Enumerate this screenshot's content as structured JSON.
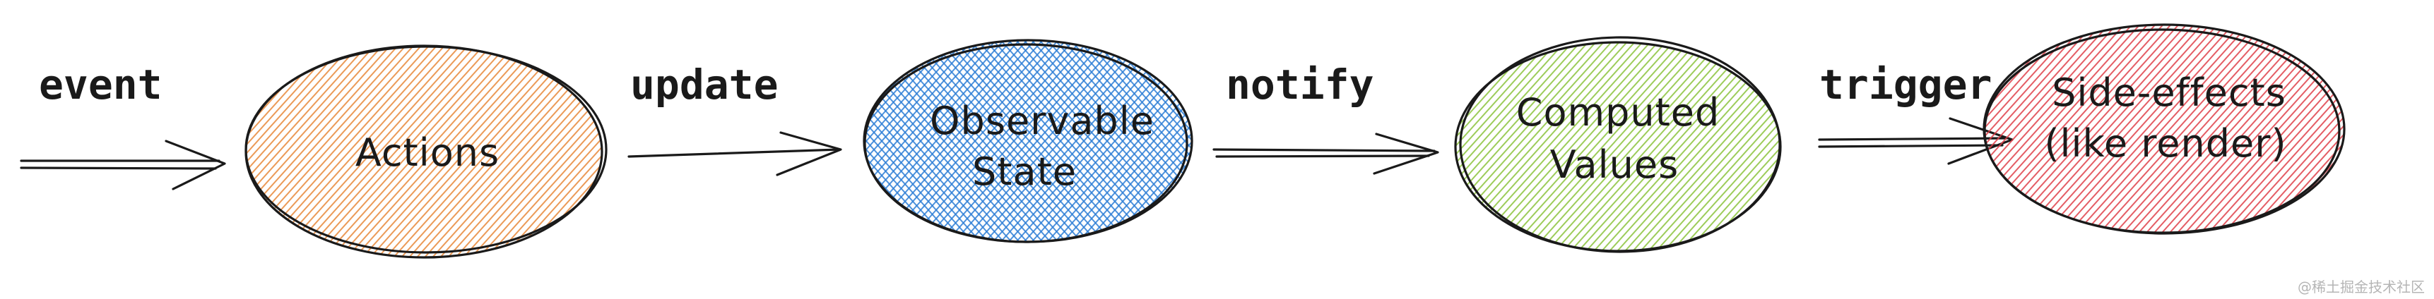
{
  "nodes": [
    {
      "id": "actions",
      "lines": [
        "Actions"
      ],
      "color": "#e8893a"
    },
    {
      "id": "observable",
      "lines": [
        "Observable",
        "State"
      ],
      "color": "#2f7fd6"
    },
    {
      "id": "computed",
      "lines": [
        "Computed",
        "Values"
      ],
      "color": "#8cc43e"
    },
    {
      "id": "sideeffects",
      "lines": [
        "Side-effects",
        "(like render)"
      ],
      "color": "#e0414a"
    }
  ],
  "edges": [
    {
      "label": "event",
      "to": "actions"
    },
    {
      "label": "update",
      "from": "actions",
      "to": "observable"
    },
    {
      "label": "notify",
      "from": "observable",
      "to": "computed"
    },
    {
      "label": "trigger",
      "from": "computed",
      "to": "sideeffects"
    }
  ],
  "watermark": "@稀土掘金技术社区"
}
